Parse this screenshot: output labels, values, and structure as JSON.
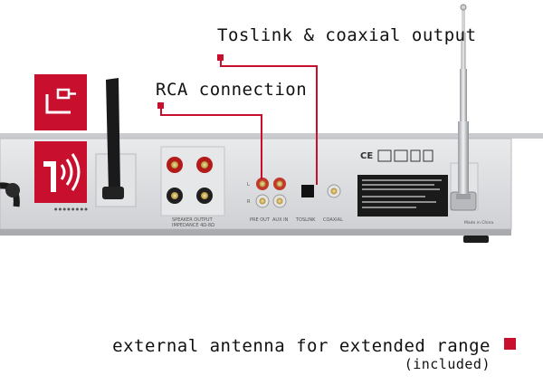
{
  "callouts": {
    "toslink": "Toslink & coaxial output",
    "rca": "RCA connection",
    "antenna_line1": "external antenna for extended range",
    "antenna_line2": "(included)"
  },
  "panel_labels": {
    "speaker_output": "SPEAKER OUTPUT",
    "impedance": "IMPEDANCE 4Ω-8Ω",
    "pre_out": "PRE OUT",
    "aux_in": "AUX IN",
    "toslink": "TOSLINK",
    "coaxial": "COAXIAL",
    "made_in": "Made in China",
    "l": "L",
    "r": "R"
  },
  "colors": {
    "accent": "#c8102e",
    "panel": "#dcdde0",
    "panel_edge": "#b9bbbe"
  },
  "icons": {
    "badge_top": "cable-icon",
    "badge_bottom": "wireless-signal-icon"
  }
}
